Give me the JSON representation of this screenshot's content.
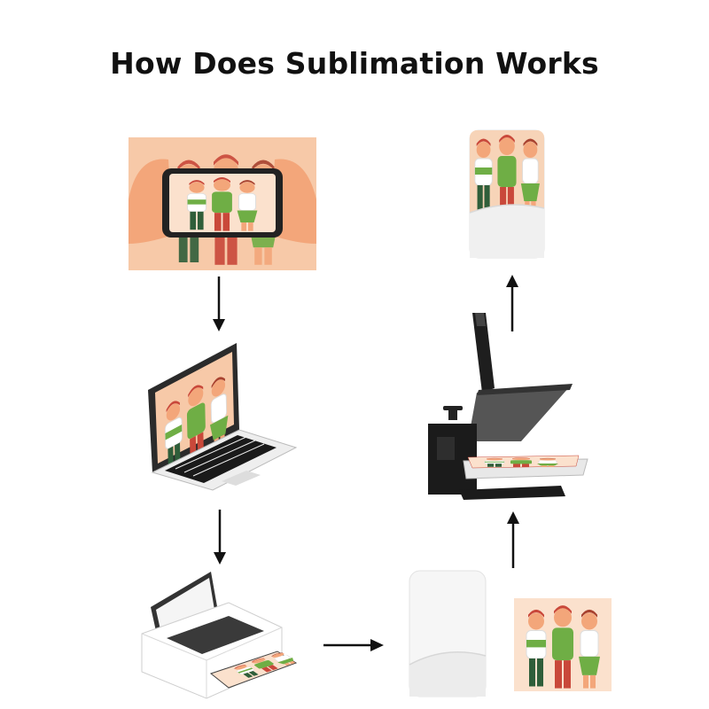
{
  "title": "How Does Sublimation Works",
  "steps": [
    {
      "id": "photo-on-phone",
      "icon": "smartphone-photo-icon"
    },
    {
      "id": "laptop-design",
      "icon": "laptop-icon"
    },
    {
      "id": "printer-print",
      "icon": "printer-icon"
    },
    {
      "id": "blank-towel",
      "icon": "blank-towel-icon"
    },
    {
      "id": "printed-transfer",
      "icon": "transfer-paper-icon"
    },
    {
      "id": "heat-press",
      "icon": "heat-press-icon"
    },
    {
      "id": "finished-towel",
      "icon": "printed-towel-icon"
    }
  ],
  "colors": {
    "peach_bg": "#f7c9a8",
    "skin": "#f3a67a",
    "green_shirt": "#6fae45",
    "hair": "#c9483a",
    "dark": "#222222",
    "arrow": "#111111"
  }
}
